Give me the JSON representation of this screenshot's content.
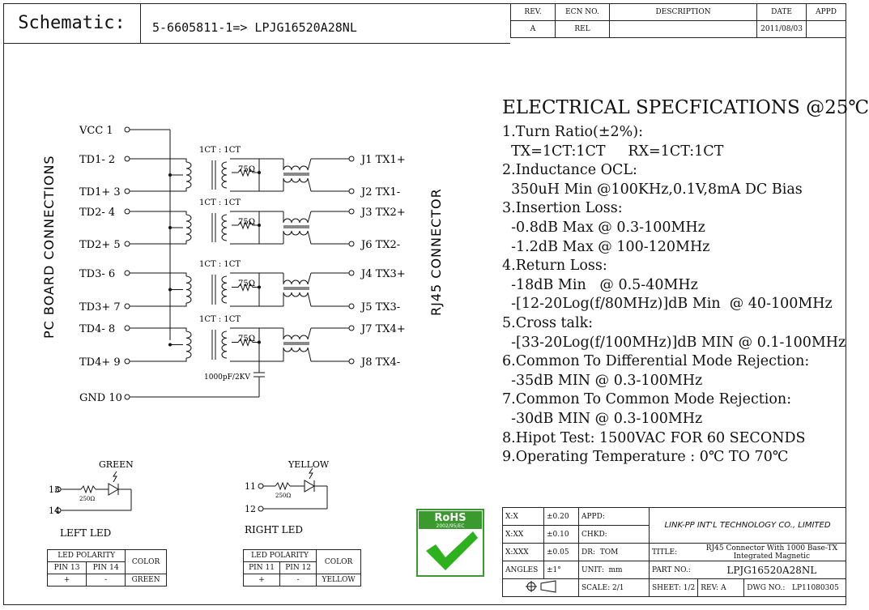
{
  "header": {
    "title": "Schematic:",
    "part_mapping": "5-6605811-1=> LPJG16520A28NL",
    "revision_table": {
      "columns": [
        "REV.",
        "ECN NO.",
        "DESCRIPTION",
        "DATE",
        "APPD"
      ],
      "row": [
        "A",
        "REL",
        "",
        "2011/08/03",
        ""
      ]
    }
  },
  "schematic": {
    "left_label": "PC BOARD CONNECTIONS",
    "right_label": "RJ45 CONNECTOR",
    "left_pins": [
      "VCC  1",
      "TD1- 2",
      "TD1+ 3",
      "TD2- 4",
      "TD2+ 5",
      "TD3- 6",
      "TD3+ 7",
      "TD4- 8",
      "TD4+ 9",
      "GND 10"
    ],
    "right_pins": [
      "J1 TX1+",
      "J2 TX1-",
      "J3 TX2+",
      "J6 TX2-",
      "J4 TX3+",
      "J5 TX3-",
      "J7 TX4+",
      "J8 TX4-"
    ],
    "transformer_ratio": "1CT : 1CT",
    "resistor_value": "75Ω",
    "capacitor": "1000pF/2KV"
  },
  "specs": {
    "heading": "ELECTRICAL SPECFICATIONS @25℃",
    "lines": [
      "1.Turn Ratio(±2%):",
      "  TX=1CT:1CT     RX=1CT:1CT",
      "2.Inductance OCL:",
      "  350uH Min @100KHz,0.1V,8mA DC Bias",
      "3.Insertion Loss:",
      "  -0.8dB Max @ 0.3-100MHz",
      "  -1.2dB Max @ 100-120MHz",
      "4.Return Loss:",
      "  -18dB Min   @ 0.5-40MHz",
      "  -[12-20Log(f/80MHz)]dB Min  @ 40-100MHz",
      "5.Cross talk:",
      "  -[33-20Log(f/100MHz)]dB MIN @ 0.1-100MHz",
      "6.Common To Differential Mode Rejection:",
      "  -35dB MIN @ 0.3-100MHz",
      "7.Common To Common Mode Rejection:",
      "  -30dB MIN @ 0.3-100MHz",
      "8.Hipot Test: 1500VAC FOR 60 SECONDS",
      "9.Operating Temperature : 0℃ TO 70℃"
    ]
  },
  "leds": {
    "left": {
      "color_name": "GREEN",
      "pin_a": "13",
      "pin_b": "14",
      "resistor": "250Ω",
      "caption": "LEFT LED",
      "table": {
        "polarity": "LED POLARITY",
        "color_header": "COLOR",
        "pin1": "PIN 13",
        "pin2": "PIN 14",
        "sign1": "+",
        "sign2": "-",
        "color": "GREEN"
      }
    },
    "right": {
      "color_name": "YELLOW",
      "pin_a": "11",
      "pin_b": "12",
      "resistor": "250Ω",
      "caption": "RIGHT LED",
      "table": {
        "polarity": "LED POLARITY",
        "color_header": "COLOR",
        "pin1": "PIN 11",
        "pin2": "PIN 12",
        "sign1": "+",
        "sign2": "-",
        "color": "YELLOW"
      }
    }
  },
  "rohs": {
    "label": "RoHS",
    "sub": "2002/95/EC",
    "colors": {
      "green": "#3a9a2e",
      "check": "#2fb01f"
    }
  },
  "title_block": {
    "tol_x": "X:X",
    "tol_x_val": "±0.20",
    "tol_xx": "X:XX",
    "tol_xx_val": "±0.10",
    "tol_xxx": "X:XXX",
    "tol_xxx_val": "±0.05",
    "angles": "ANGLES",
    "angles_val": "±1°",
    "appd": "APPD:",
    "chkd": "CHKD:",
    "dr": "DR:",
    "dr_val": "TOM",
    "unit": "UNIT:",
    "unit_val": "mm",
    "company": "LINK-PP INT'L TECHNOLOGY CO., LIMITED",
    "title_label": "TITLE:",
    "title_val": "RJ45 Connector With 1000 Base-TX Integrated Magnetic",
    "part_label": "PART NO.:",
    "part_val": "LPJG16520A28NL",
    "scale": "SCALE:",
    "scale_val": "2/1",
    "sheet": "SHEET:",
    "sheet_val": "1/2",
    "rev": "REV:",
    "rev_val": "A",
    "dwg": "DWG NO.:",
    "dwg_val": "LP11080305"
  }
}
